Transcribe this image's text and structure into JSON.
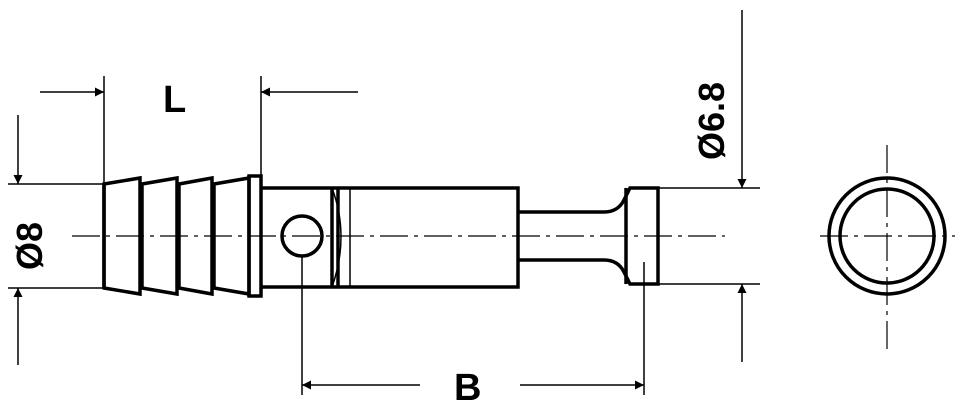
{
  "drawing": {
    "type": "technical-drawing",
    "dimension_labels": {
      "length": "L",
      "diameter_body": "Ø8",
      "diameter_head": "Ø6.8",
      "offset": "B"
    }
  }
}
